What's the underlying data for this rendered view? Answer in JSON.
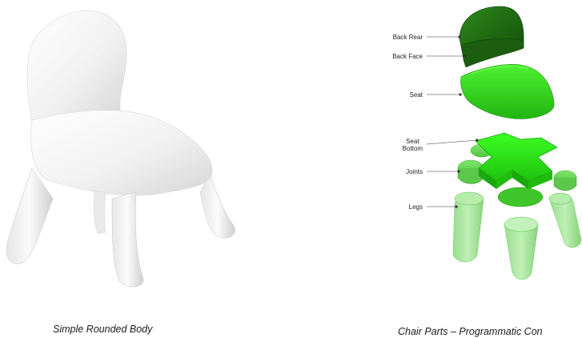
{
  "figure": {
    "left_caption": "Simple Rounded Body",
    "right_caption": "Chair Parts – Programmatic Con",
    "labels": {
      "back_rear": "Back Rear",
      "back_face": "Back Face",
      "seat": "Seat",
      "seat_bottom_line1": "Seat",
      "seat_bottom_line2": "Bottom",
      "joints": "Joints",
      "legs": "Legs"
    }
  },
  "colors": {
    "dark_green": "#1f6b12",
    "bright_green": "#35e01e",
    "pale_green": "#a8e6a0",
    "body_white": "#f4f4f4"
  }
}
